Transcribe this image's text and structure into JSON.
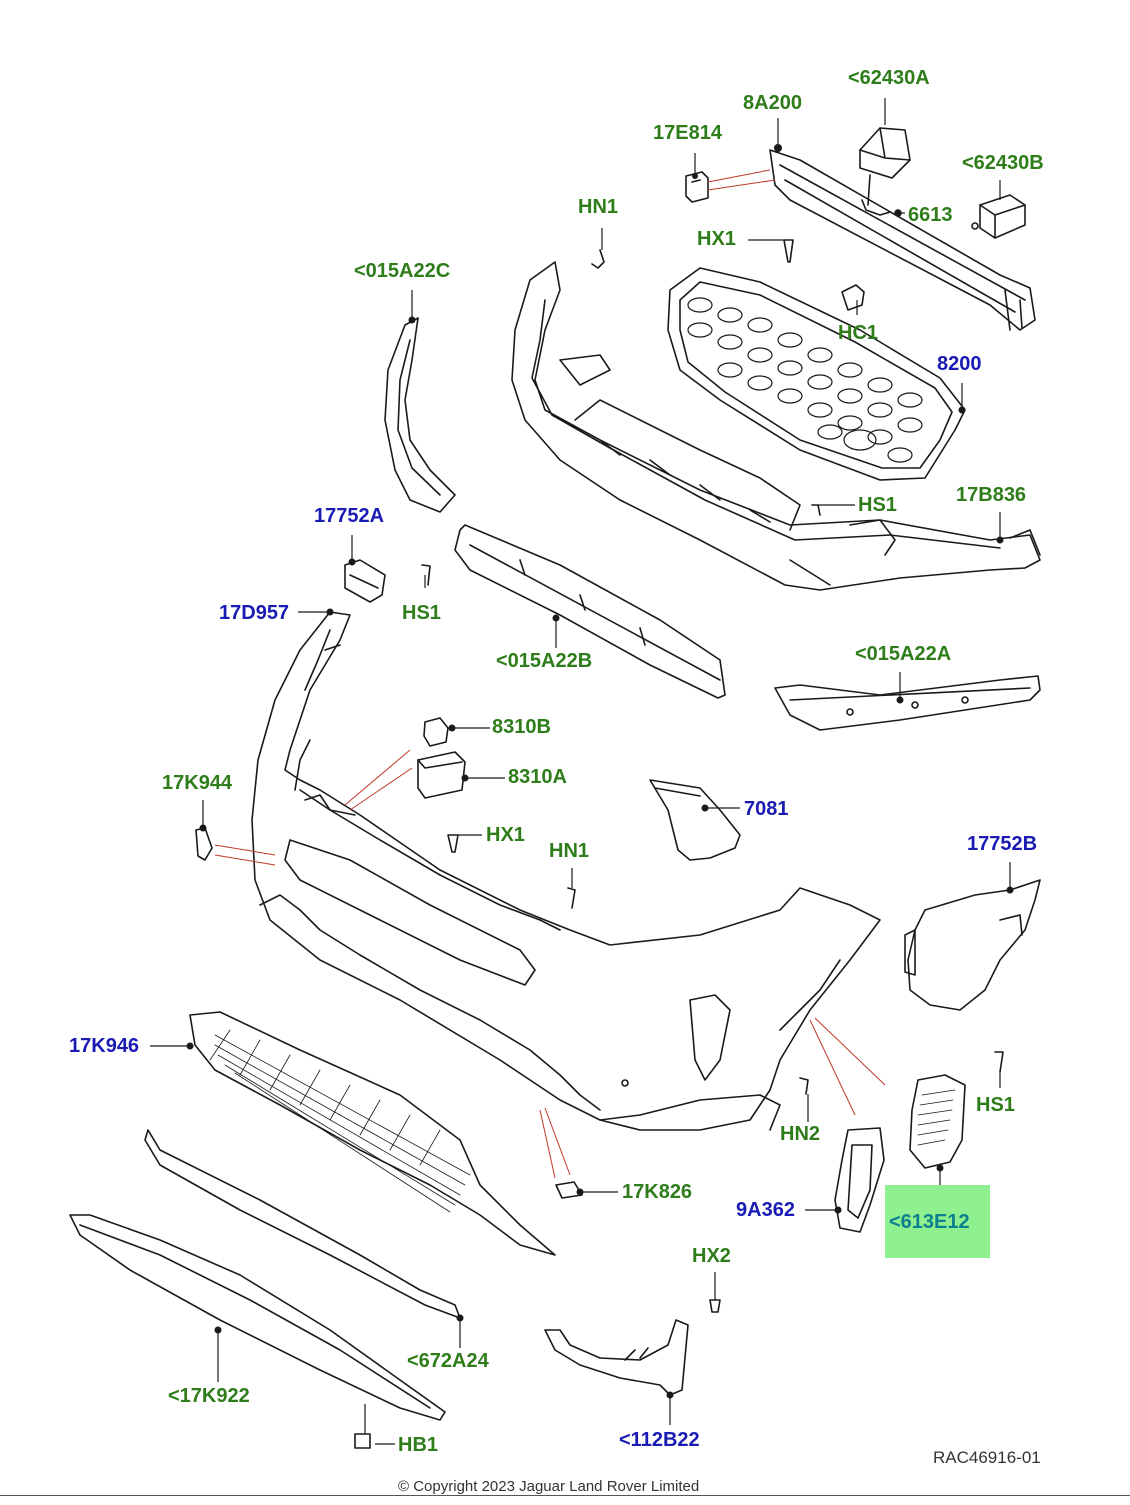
{
  "labels": {
    "l_62430A": "<62430A",
    "l_8A200": "8A200",
    "l_17E814": "17E814",
    "l_62430B": "<62430B",
    "l_6613": "6613",
    "l_HN1_top": "HN1",
    "l_HX1_top": "HX1",
    "l_015A22C": "<015A22C",
    "l_HC1": "HC1",
    "l_8200": "8200",
    "l_HS1_mid": "HS1",
    "l_17B836": "17B836",
    "l_17752A": "17752A",
    "l_HS1_left": "HS1",
    "l_17D957": "17D957",
    "l_015A22B": "<015A22B",
    "l_015A22A": "<015A22A",
    "l_8310B": "8310B",
    "l_8310A": "8310A",
    "l_17K944": "17K944",
    "l_7081": "7081",
    "l_HX1_low": "HX1",
    "l_HN1_low": "HN1",
    "l_17752B": "17752B",
    "l_17K946": "17K946",
    "l_HS1_right": "HS1",
    "l_HN2": "HN2",
    "l_17K826": "17K826",
    "l_9A362": "9A362",
    "l_613E12": "<613E12",
    "l_HX2": "HX2",
    "l_672A24": "<672A24",
    "l_17K922": "<17K922",
    "l_112B22": "<112B22",
    "l_HB1": "HB1"
  },
  "reference": "RAC46916-01",
  "copyright": "© Copyright 2023 Jaguar Land Rover Limited",
  "colors": {
    "green_label": "#2e7d1a",
    "blue_label": "#1a1ab4",
    "teal_label": "#0e7f8f",
    "highlight": "#8ef08e",
    "line": "#1a1a1a",
    "callout_red": "#c0392b"
  }
}
